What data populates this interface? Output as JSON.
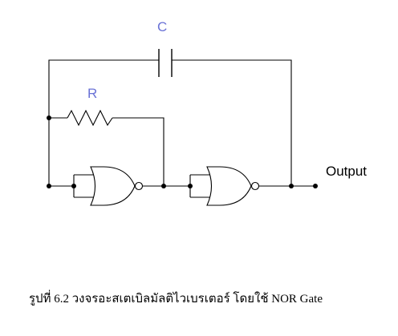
{
  "diagram": {
    "capacitor_label": "C",
    "resistor_label": "R",
    "output_label": "Output",
    "caption": "รูปที่ 6.2 วงจรอะสเตเบิลมัลติไวเบรเตอร์ โดยใช้ NOR Gate"
  },
  "colors": {
    "component_label": "#6a72d6",
    "line": "#000000",
    "background": "#ffffff"
  }
}
